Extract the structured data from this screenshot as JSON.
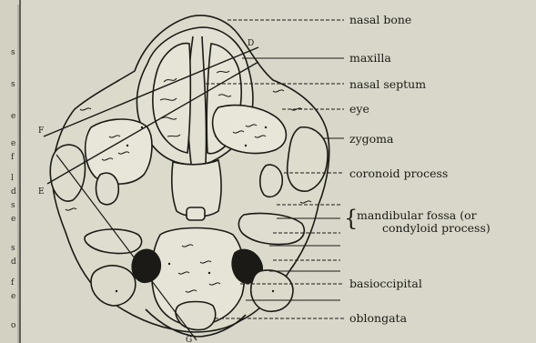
{
  "diagram": {
    "labels": [
      {
        "key": "nasal_bone",
        "text": "nasal bone"
      },
      {
        "key": "maxilla",
        "text": "maxilla"
      },
      {
        "key": "nasal_septum",
        "text": "nasal septum"
      },
      {
        "key": "eye",
        "text": "eye"
      },
      {
        "key": "zygoma",
        "text": "zygoma"
      },
      {
        "key": "coronoid_process",
        "text": "coronoid process"
      },
      {
        "key": "mandibular_fossa_line1",
        "text": "mandibular   fossa   (or"
      },
      {
        "key": "mandibular_fossa_line2",
        "text": "condyloid process)"
      },
      {
        "key": "basioccipital",
        "text": "basioccipital"
      },
      {
        "key": "oblongata",
        "text": "oblongata"
      }
    ],
    "bracket": "{",
    "letters": {
      "D": "D",
      "F": "F",
      "E": "E",
      "G": "G"
    },
    "margin_letters": [
      "s",
      "s",
      "e",
      "e",
      "f",
      "l",
      "d",
      "s",
      "e",
      "s",
      "d",
      "f",
      "e",
      "o"
    ]
  },
  "colors": {
    "paper": "#d8d7c9",
    "ink": "#1b1a17",
    "bone_fill": "#dcdacb"
  }
}
